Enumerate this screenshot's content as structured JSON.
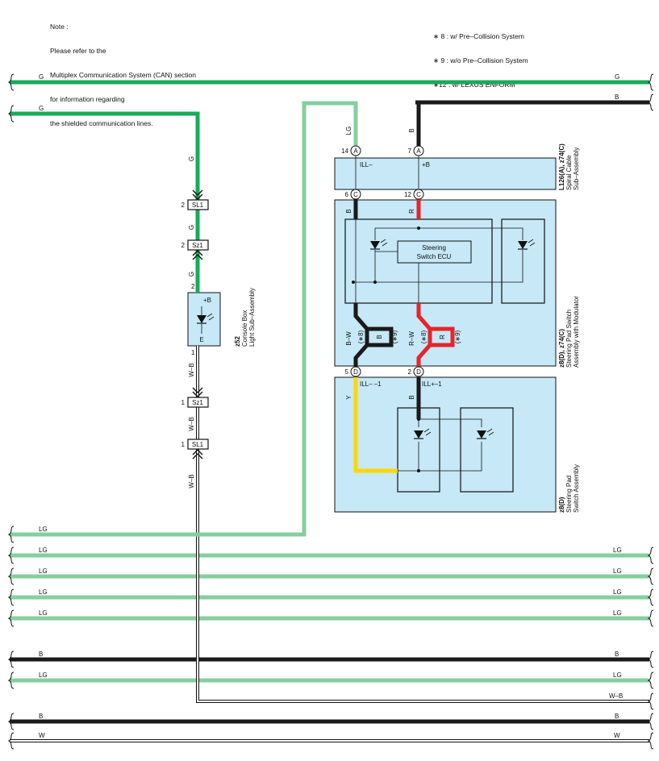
{
  "note": {
    "title": "Note :",
    "lines": [
      "Please refer to the",
      "Multiplex Communication System (CAN) section",
      "for information regarding",
      "the shielded communication lines."
    ]
  },
  "legend": [
    "∗ 8 : w/ Pre–Collision System",
    "∗ 9 : w/o Pre–Collision System",
    "∗12 : w/ LEXUS ENFORM"
  ],
  "colors": {
    "G": "#1aaa5a",
    "LG": "#85cf9f",
    "B": "#1a1a1a",
    "R": "#e8232a",
    "Y": "#ffd700",
    "box_fill": "#c6e8f7"
  },
  "bus_wires": [
    {
      "label_left": "G",
      "label_right": "G"
    },
    {
      "label_left": "",
      "label_right": "B"
    },
    {
      "label_left": "G",
      "label_right": ""
    },
    {
      "label_left": "LG",
      "label_right": ""
    },
    {
      "label_left": "LG",
      "label_right": "LG"
    },
    {
      "label_left": "LG",
      "label_right": "LG"
    },
    {
      "label_left": "LG",
      "label_right": "LG"
    },
    {
      "label_left": "LG",
      "label_right": "LG"
    },
    {
      "label_left": "B",
      "label_right": "B"
    },
    {
      "label_left": "LG",
      "label_right": "LG"
    },
    {
      "label_left": "",
      "label_right": "W–B"
    },
    {
      "label_left": "B",
      "label_right": "B"
    },
    {
      "label_left": "W",
      "label_right": "W"
    }
  ],
  "wire_labels": {
    "g_drop_1": "G",
    "g_drop_2": "G",
    "g_drop_3": "G",
    "wb_1": "W–B",
    "wb_2": "W–B",
    "wb_3": "W–B",
    "lg_vertical": "LG",
    "b_vertical": "B",
    "b_c6": "B",
    "r_c12": "R",
    "bw": "B–W",
    "b_9": "B",
    "rw": "R–W",
    "r_9": "R",
    "y_d5": "Y",
    "b_d2": "B",
    "n8a": "(∗8)",
    "n9a": "(∗9)",
    "n8b": "(∗8)",
    "n9b": "(∗9)"
  },
  "connectors": {
    "sl1_top": {
      "pin": "2",
      "name": "SL1"
    },
    "sz1_top": {
      "pin": "2",
      "name": "Sz1"
    },
    "sz1_bot": {
      "pin": "1",
      "name": "Sz1"
    },
    "sl1_bot": {
      "pin": "1",
      "name": "SL1"
    }
  },
  "pins": {
    "a14": {
      "num": "14",
      "letter": "A"
    },
    "a7": {
      "num": "7",
      "letter": "A"
    },
    "c6": {
      "num": "6",
      "letter": "C"
    },
    "c12": {
      "num": "12",
      "letter": "C"
    },
    "d5": {
      "num": "5",
      "letter": "D"
    },
    "d2": {
      "num": "2",
      "letter": "D"
    }
  },
  "console_box": {
    "id": "z52",
    "name_lines": [
      "Console Box",
      "Light Sub–Assembly"
    ],
    "pin_top": "2",
    "pin_bottom": "1",
    "plus_b": "+B",
    "e": "E"
  },
  "spiral_cable": {
    "id": "L126(A), z74(C)",
    "name_lines": [
      "Spiral Cable",
      "Sub–Assembly"
    ],
    "term_ill": "ILL–",
    "term_b": "+B"
  },
  "steering_switch": {
    "id": "z8(D), z74(C)",
    "name_lines": [
      "Steering Pad Switch",
      "Assembly with Modulator"
    ],
    "ecu_lines": [
      "Steering",
      "Switch ECU"
    ]
  },
  "steering_pad": {
    "id": "z8(D)",
    "name_lines": [
      "Steering Pad",
      "Switch Assembly"
    ],
    "term_ill_minus": "ILL– –1",
    "term_ill_plus": "ILL+–1"
  }
}
